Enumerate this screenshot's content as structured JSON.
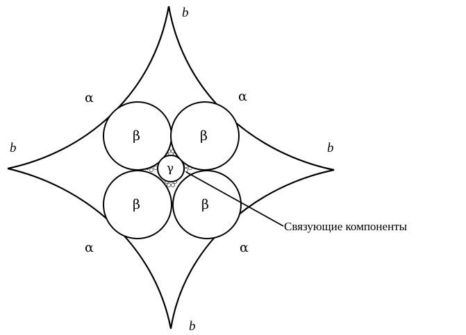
{
  "labels": {
    "alpha": "α",
    "beta": "β",
    "gamma": "γ",
    "b": "b"
  },
  "callout": {
    "text": "Связующие компоненты"
  },
  "colors": {
    "stroke": "#000000",
    "background": "#ffffff"
  }
}
